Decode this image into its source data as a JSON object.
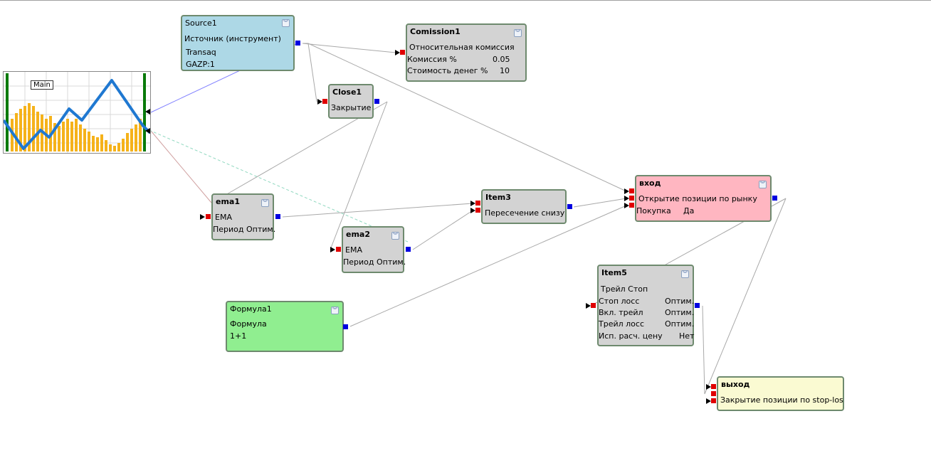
{
  "chart_preview": {
    "label": "Main"
  },
  "nodes": {
    "source1": {
      "title": "Source1",
      "lines": [
        "Источник (инструмент)",
        "Transaq",
        "GAZP:1"
      ],
      "color": "#add8e6"
    },
    "comission1": {
      "title": "Comission1",
      "lines": [
        "Относительная комиссия"
      ],
      "params": [
        {
          "name": "Комиссия %",
          "value": "0.05"
        },
        {
          "name": "Стоимость денег %",
          "value": "10"
        }
      ],
      "color": "#d3d3d3"
    },
    "close1": {
      "title": "Close1",
      "lines": [
        "Закрытие"
      ],
      "color": "#d3d3d3"
    },
    "ema1": {
      "title": "ema1",
      "lines": [
        "EMA",
        "Период Оптим."
      ],
      "color": "#d3d3d3"
    },
    "ema2": {
      "title": "ema2",
      "lines": [
        "EMA",
        "Период Оптим."
      ],
      "color": "#d3d3d3"
    },
    "item3": {
      "title": "Item3",
      "lines": [
        "Пересечение снизу"
      ],
      "color": "#d3d3d3"
    },
    "vhod": {
      "title": "вход",
      "lines": [
        "Открытие позиции по рынку"
      ],
      "params": [
        {
          "name": "Покупка",
          "value": "Да"
        }
      ],
      "color": "#ffb6c1"
    },
    "formula1": {
      "title": "Формула1",
      "lines": [
        "Формула",
        "1+1"
      ],
      "color": "#90ee90"
    },
    "item5": {
      "title": "Item5",
      "lines": [
        "Трейл Стоп"
      ],
      "params": [
        {
          "name": "Стоп лосс",
          "value": "Оптим."
        },
        {
          "name": "Вкл. трейл",
          "value": "Оптим."
        },
        {
          "name": "Трейл лосс",
          "value": "Оптим."
        },
        {
          "name": "Исп. расч. цену",
          "value": "Нет"
        }
      ],
      "color": "#d3d3d3"
    },
    "vyhod": {
      "title": "выход",
      "lines": [
        "Закрытие позиции по stop-los"
      ],
      "color": "#fafad2"
    }
  },
  "icons": {
    "collapse": "double-chevron-down-icon"
  }
}
